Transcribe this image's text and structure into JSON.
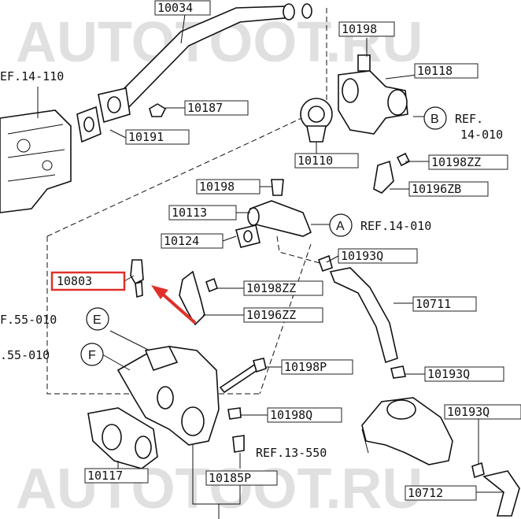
{
  "watermarks": [
    "AUTOTOOT.RU",
    "AUTOTOOT.RU"
  ],
  "labels": {
    "p10034": "10034",
    "p10198a": "10198",
    "p10118": "10118",
    "p10187": "10187",
    "p10191": "10191",
    "p10110": "10110",
    "p10198zz_a": "10198ZZ",
    "p10196zb": "10196ZB",
    "p10198b": "10198",
    "p10113": "10113",
    "p10124": "10124",
    "p10193q_a": "10193Q",
    "p10803": "10803",
    "p10198zz_b": "10198ZZ",
    "p10711": "10711",
    "p10196zz": "10196ZZ",
    "p10198p": "10198P",
    "p10193q_b": "10193Q",
    "p10198q": "10198Q",
    "p10193q_c": "10193Q",
    "p10117": "10117",
    "p10185p": "10185P",
    "p10712": "10712"
  },
  "refs": {
    "r14_110": "EF.14-110",
    "rb_line1": "REF.",
    "rb_line2": "14-010",
    "ra": "REF.14-010",
    "re": "F.55-010",
    "rf": ".55-010",
    "r13_550": "REF.13-550"
  },
  "circles": {
    "a": "A",
    "b": "B",
    "e": "E",
    "f": "F"
  },
  "colors": {
    "highlight": "#e0302a",
    "line": "#111111",
    "watermark": "#d6d6d6"
  }
}
